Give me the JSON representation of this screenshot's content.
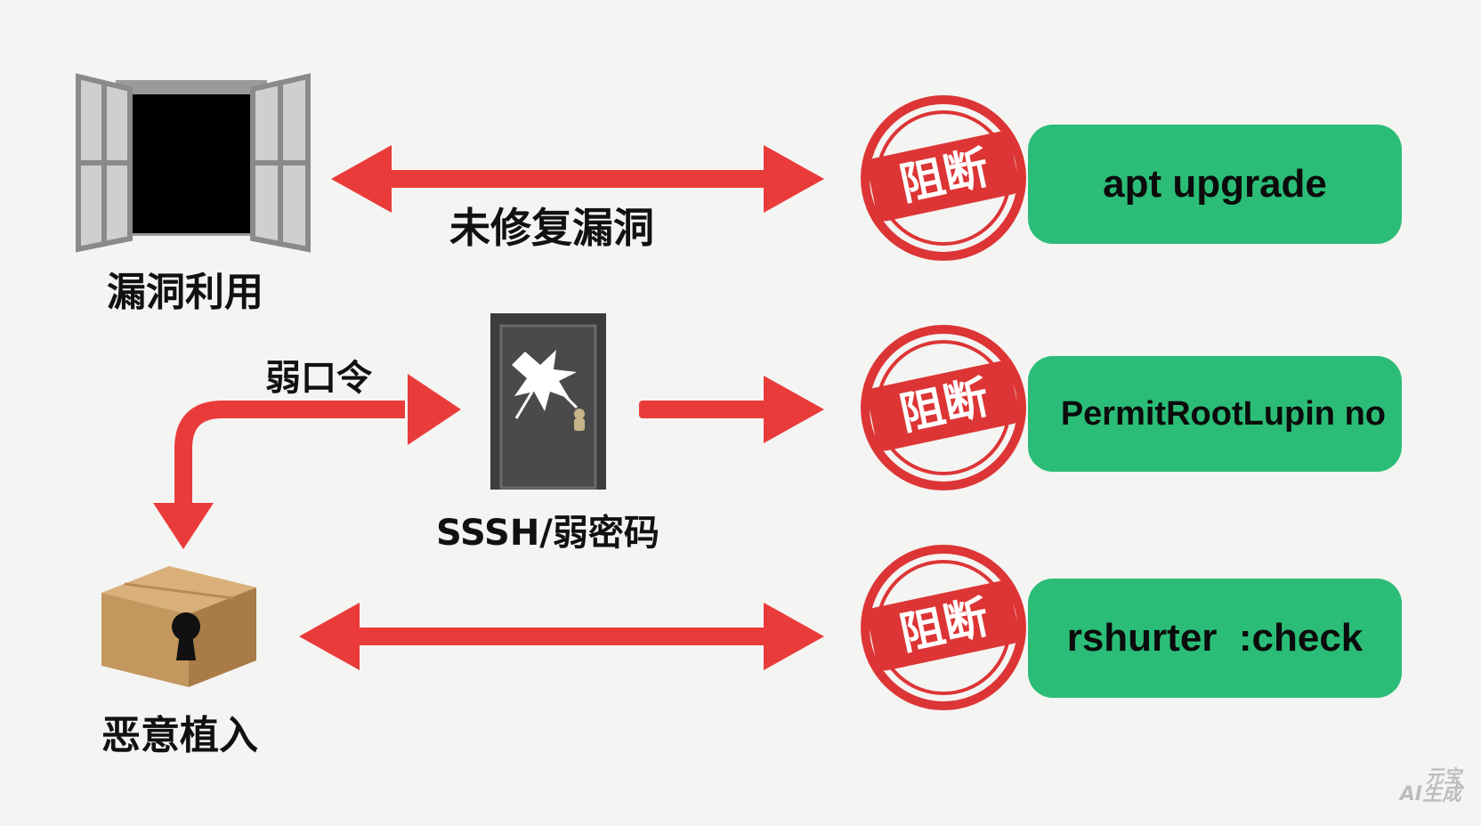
{
  "colors": {
    "arrow": "#ea3b3b",
    "stamp": "#dd3535",
    "pill": "#2bbd77",
    "background": "#f4f4f2"
  },
  "threats": {
    "vuln_exploit": {
      "icon": "open-window-icon",
      "label": "漏洞利用"
    },
    "weak_password": {
      "icon": "broken-door-icon",
      "label": "SSSH/弱密码",
      "arrow_label": "弱口令"
    },
    "malware": {
      "icon": "locked-box-icon",
      "label": "恶意植入"
    }
  },
  "arrows": {
    "top_label": "未修复漏洞"
  },
  "defenses": [
    {
      "stamp": "阻断",
      "command": "apt upgrade"
    },
    {
      "stamp": "阻断",
      "command": "PermitRootLupin no"
    },
    {
      "stamp": "阻断",
      "command": "rshurter  :check"
    }
  ],
  "watermark": {
    "line1": "元宝",
    "line2": "AI生成"
  }
}
